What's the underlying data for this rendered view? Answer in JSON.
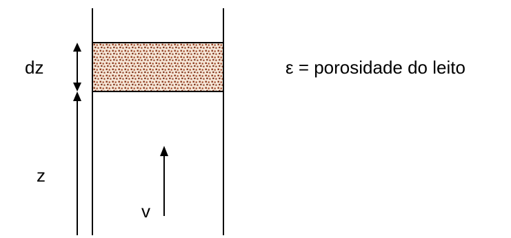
{
  "diagram": {
    "labels": {
      "dz": "dz",
      "z": "z",
      "v": "v",
      "porosity": "ε = porosidade do leito"
    },
    "colors": {
      "line": "#000000",
      "bed_fill": "#f6e7d8",
      "particle": "#8b3a1e",
      "background": "#ffffff"
    }
  }
}
